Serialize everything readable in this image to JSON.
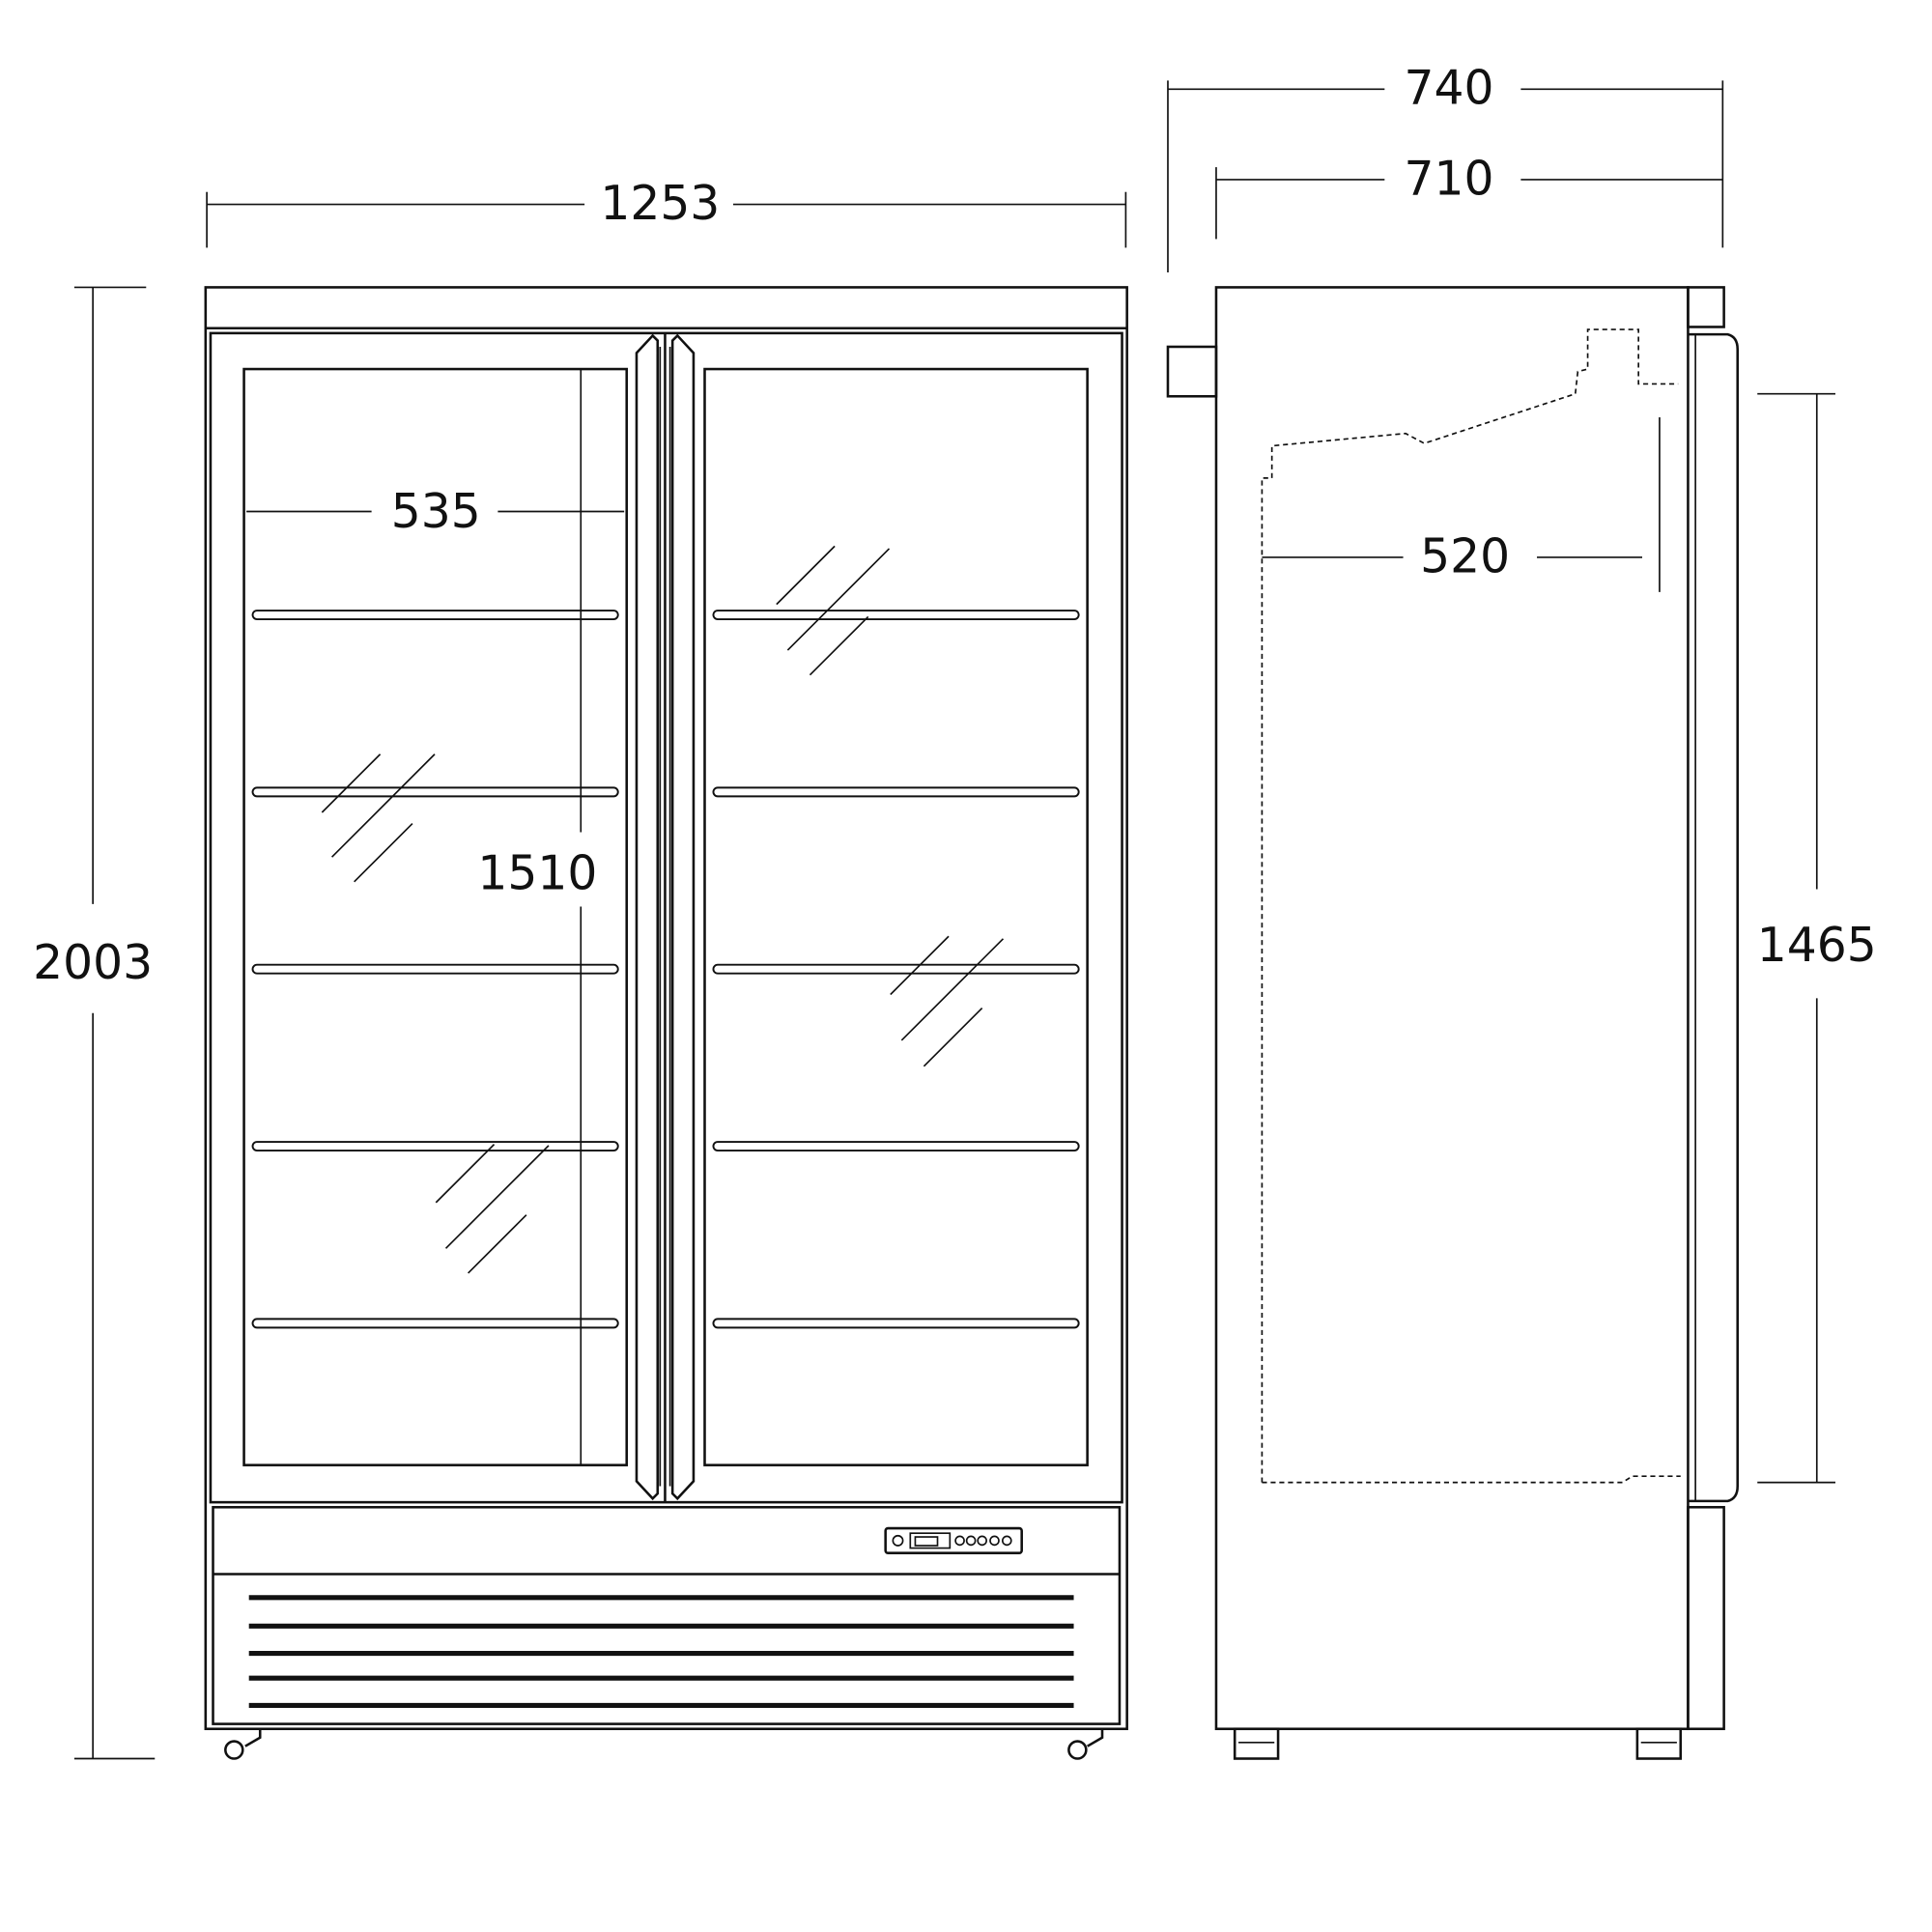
{
  "front_view": {
    "overall_width": "1253",
    "overall_height": "2003",
    "door_width": "535",
    "door_glass_height": "1510"
  },
  "side_view": {
    "overall_depth": "740",
    "cabinet_depth": "710",
    "interior_depth": "520",
    "door_height": "1465"
  },
  "colors": {
    "line": "#111111",
    "background": "#ffffff"
  }
}
